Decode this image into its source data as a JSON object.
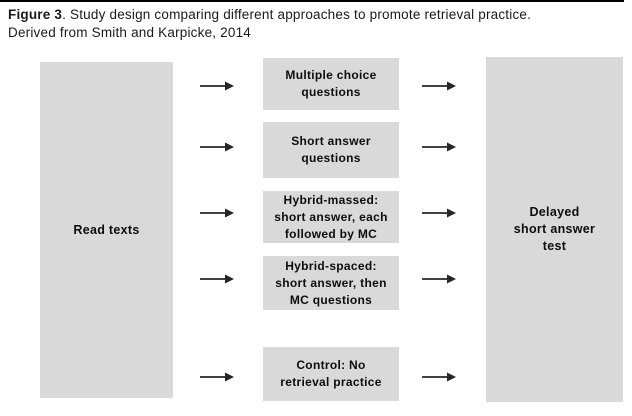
{
  "figure": {
    "caption": {
      "label": "Figure 3",
      "text": ". Study design comparing different approaches to promote retrieval practice.",
      "line2": "Derived from Smith and Karpicke, 2014"
    }
  },
  "diagram": {
    "source": {
      "label": "Read texts"
    },
    "conditions": [
      {
        "label": "Multiple choice\nquestions"
      },
      {
        "label": "Short answer\nquestions"
      },
      {
        "label": "Hybrid-massed:\nshort answer, each\nfollowed by MC"
      },
      {
        "label": "Hybrid-spaced:\nshort answer, then\nMC questions"
      },
      {
        "label": "Control: No\nretrieval practice"
      }
    ],
    "outcome": {
      "label": "Delayed\nshort answer\ntest"
    },
    "colors": {
      "box_fill": "#d9d9d9",
      "arrow": "#262626",
      "text": "#000000",
      "top_rule": "#000000",
      "background": "#ffffff"
    }
  }
}
